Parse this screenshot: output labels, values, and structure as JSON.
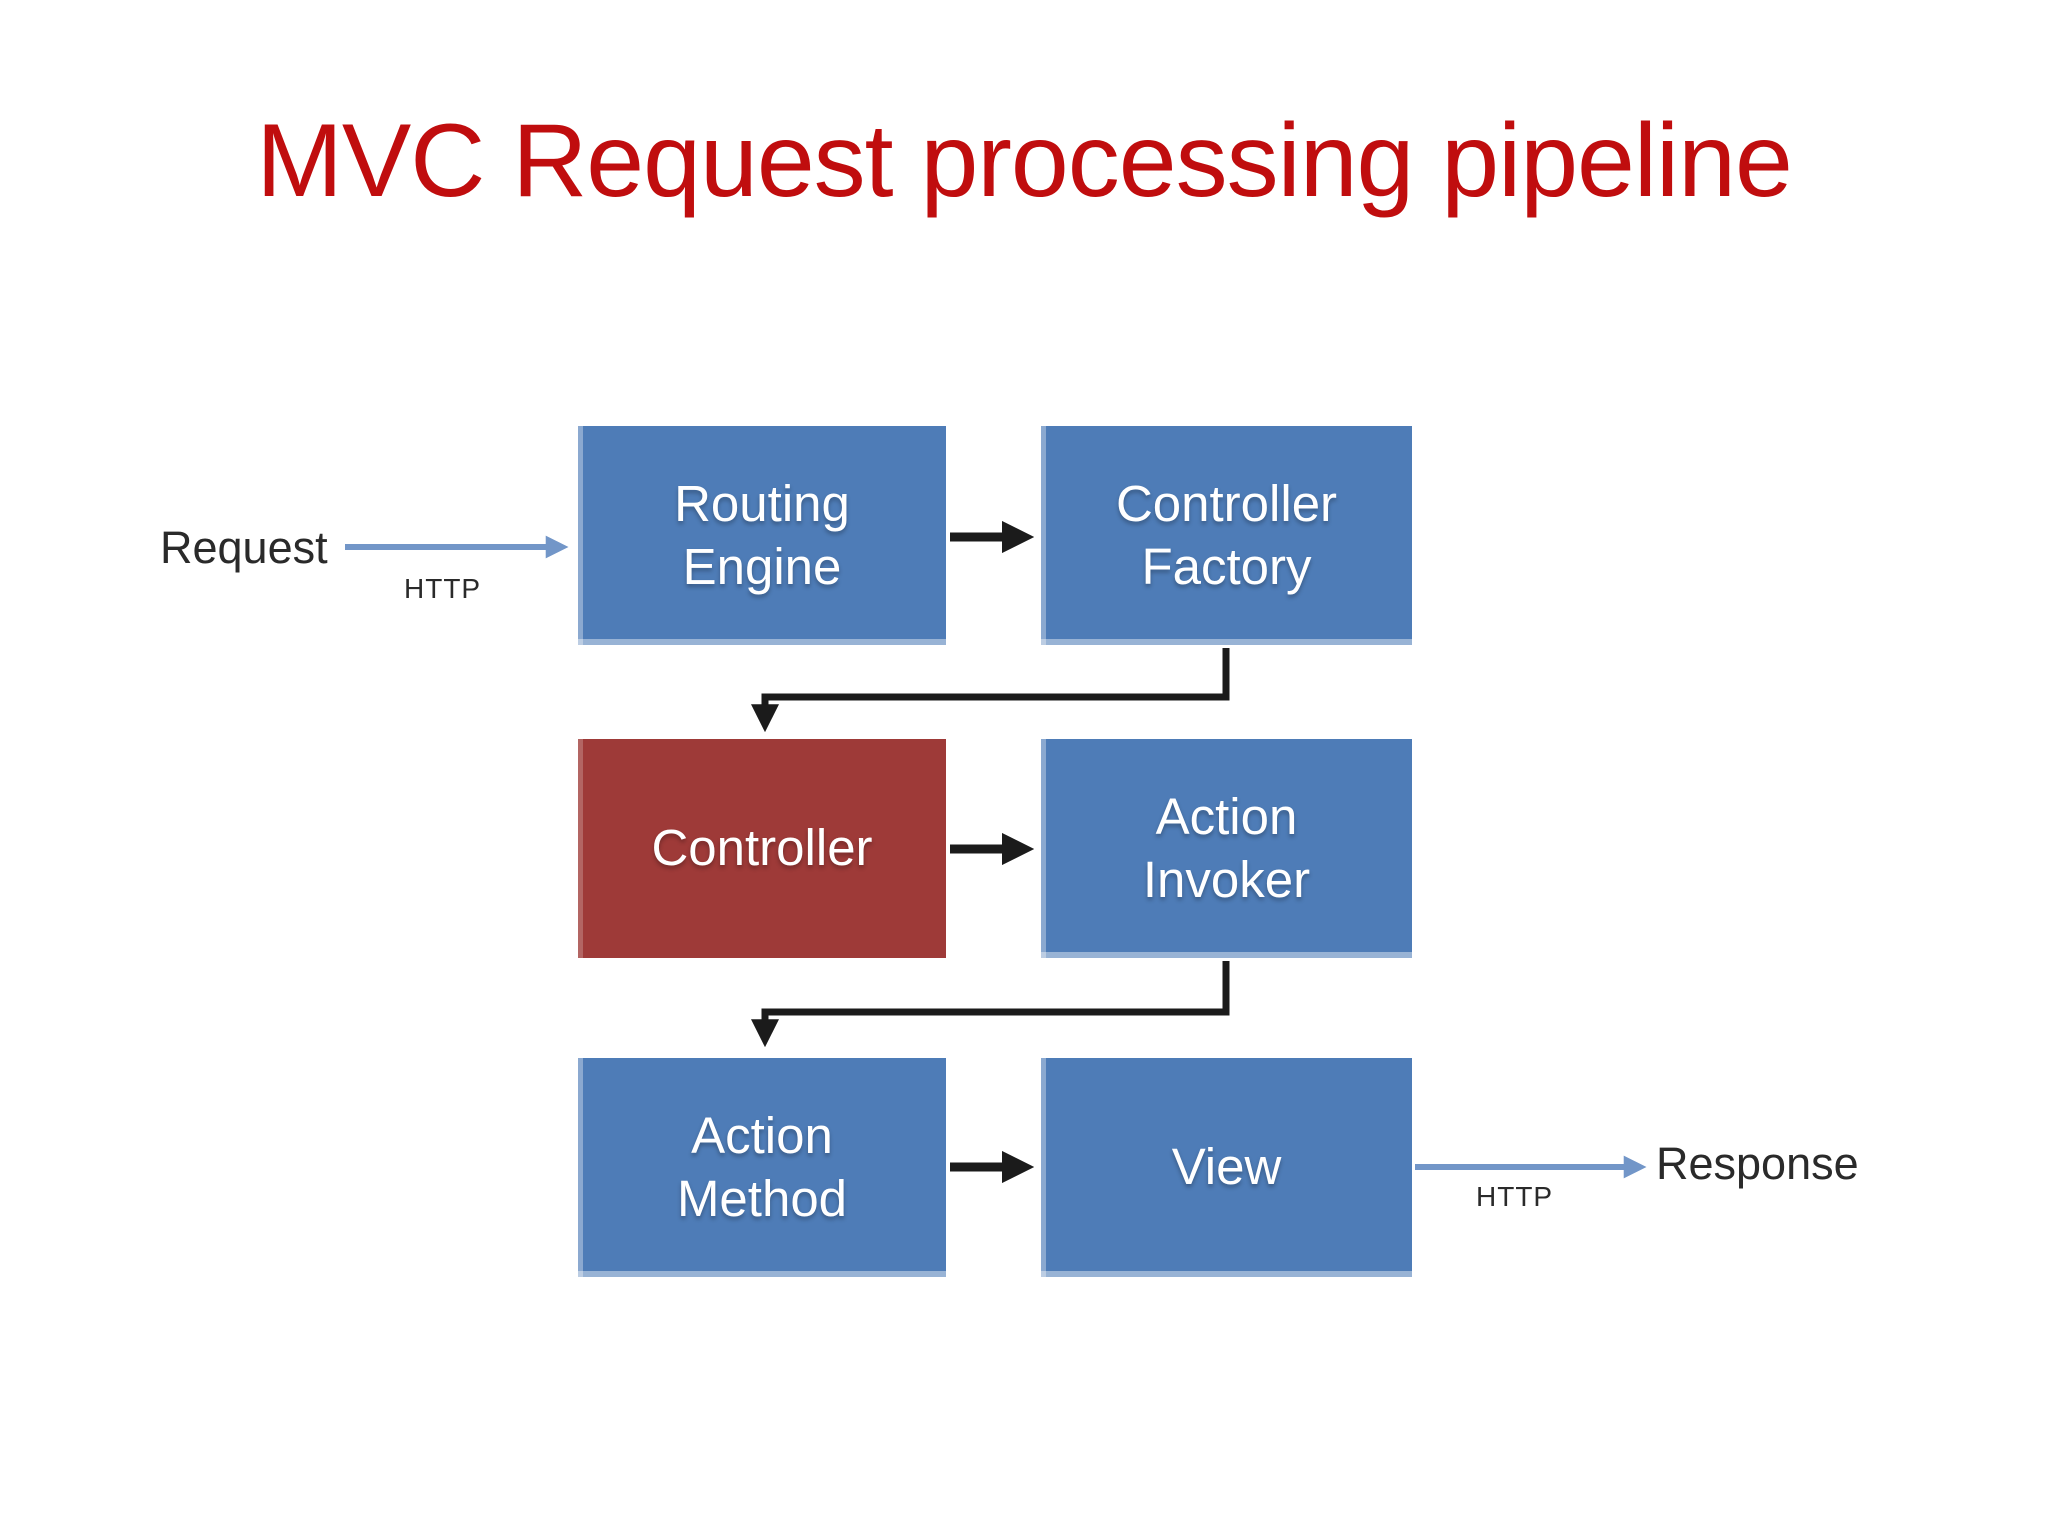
{
  "title": "MVC Request processing pipeline",
  "colors": {
    "title_red": "#c00d0e",
    "box_blue": "#4e7cb7",
    "box_red": "#9e3a38",
    "box_text": "#ffffff",
    "label_text": "#2a2a2a",
    "arrow_black": "#1b1b1b",
    "arrow_blue": "#7296c8"
  },
  "nodes": [
    {
      "id": "routing-engine",
      "label": "Routing\nEngine",
      "variant": "blue"
    },
    {
      "id": "controller-factory",
      "label": "Controller\nFactory",
      "variant": "blue"
    },
    {
      "id": "controller",
      "label": "Controller",
      "variant": "red"
    },
    {
      "id": "action-invoker",
      "label": "Action\nInvoker",
      "variant": "blue"
    },
    {
      "id": "action-method",
      "label": "Action\nMethod",
      "variant": "blue"
    },
    {
      "id": "view",
      "label": "View",
      "variant": "blue"
    }
  ],
  "io": {
    "request_label": "Request",
    "request_protocol": "HTTP",
    "response_label": "Response",
    "response_protocol": "HTTP"
  }
}
